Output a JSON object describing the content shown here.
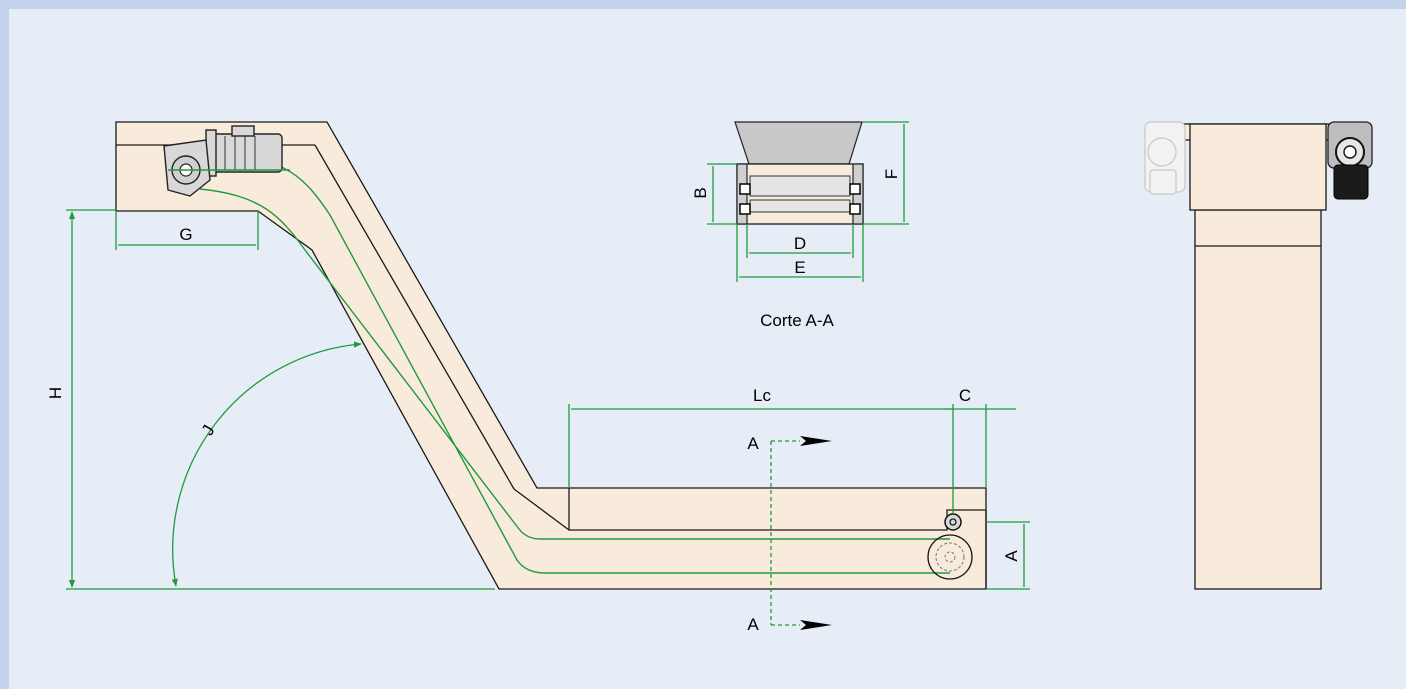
{
  "colors": {
    "background": "#e6edf7",
    "frame_border": "#c3d3ec",
    "body_fill": "#f9ebdc",
    "outline": "#1a1a1a",
    "dimension": "#1f9a3c",
    "section": "#1f9a3c"
  },
  "labels": {
    "a": "A",
    "b": "B",
    "c": "C",
    "d": "D",
    "e": "E",
    "f": "F",
    "g": "G",
    "h": "H",
    "j": "J",
    "lc": "Lc",
    "section_top": "A",
    "section_bottom": "A",
    "section_caption": "Corte A-A"
  },
  "icons": {
    "motor": "electric-motor-icon",
    "gearbox": "gearbox-icon",
    "tail_roller": "roller-icon"
  }
}
